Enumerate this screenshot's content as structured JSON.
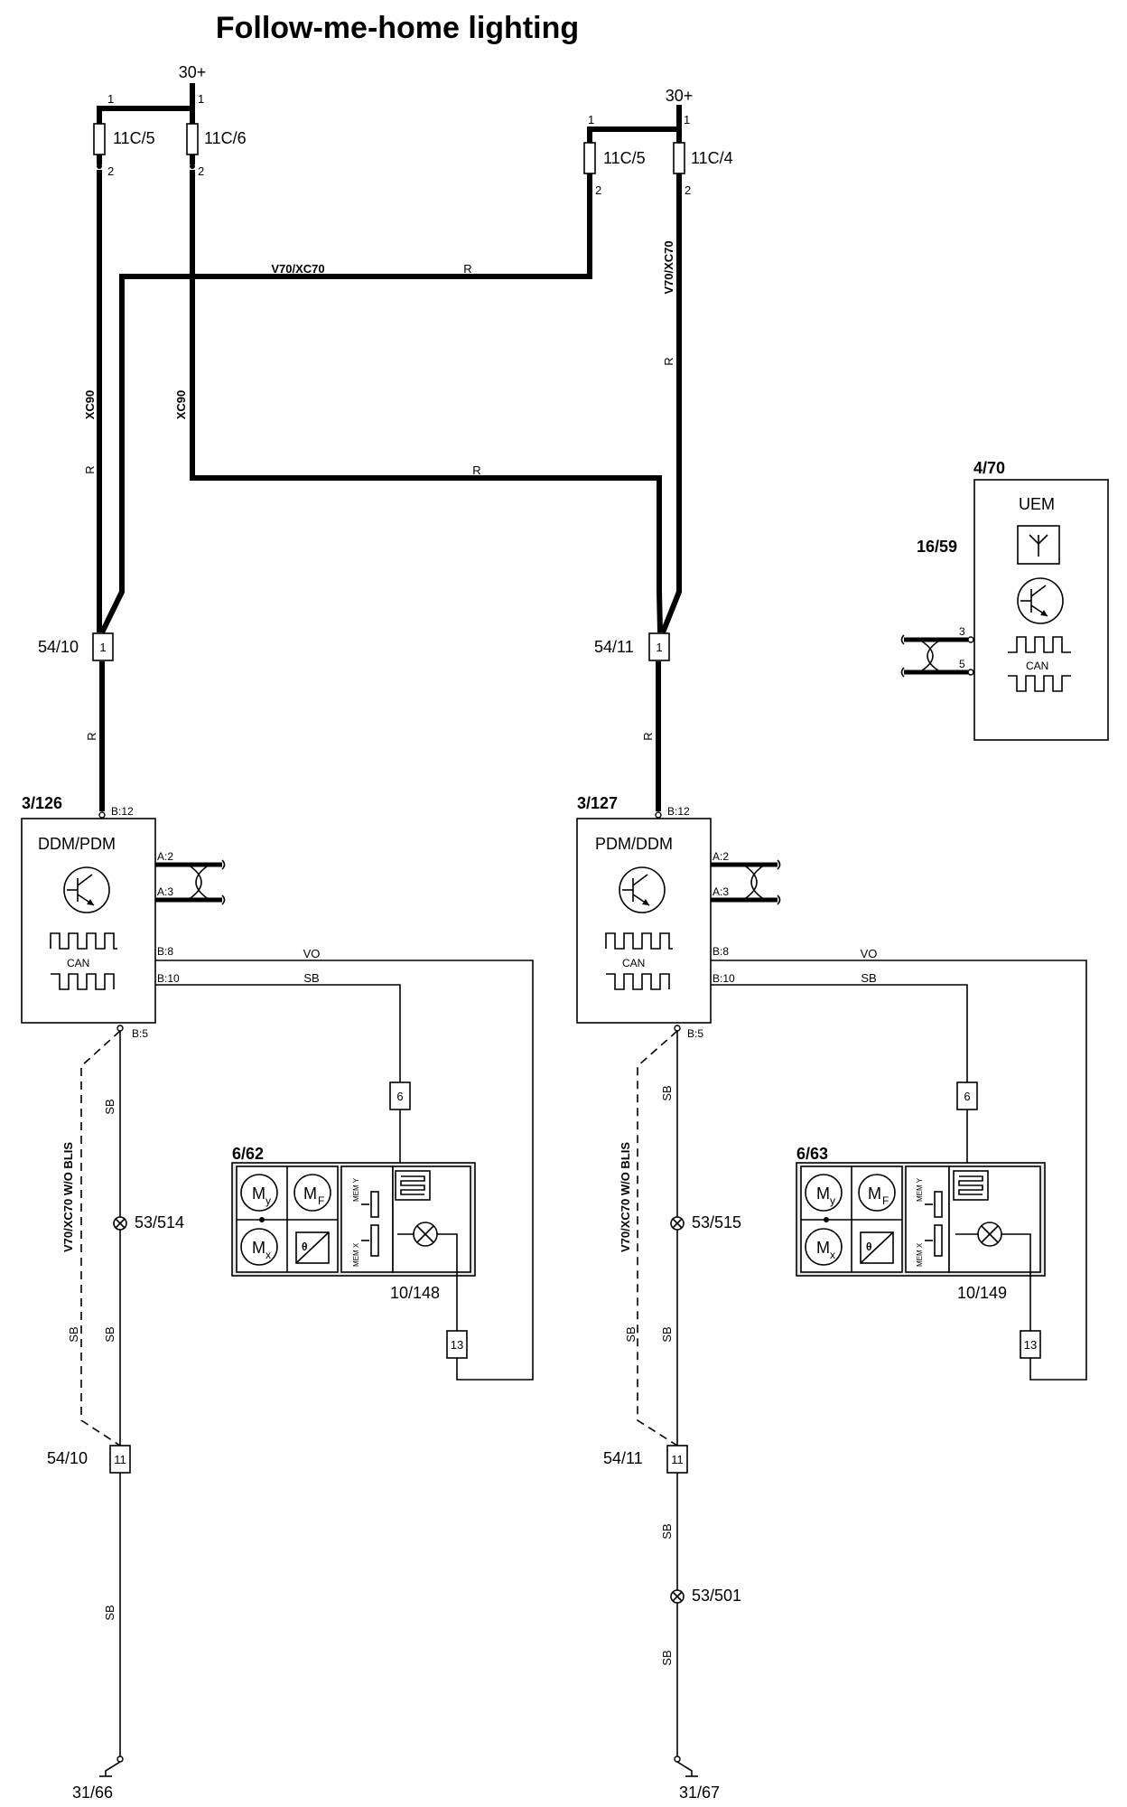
{
  "title": "Follow-me-home lighting",
  "supply": {
    "left": "30+",
    "right": "30+"
  },
  "fuses": {
    "f_11c5_left": "11C/5",
    "f_11c6": "11C/6",
    "f_11c5_right": "11C/5",
    "f_11c4": "11C/4",
    "pin1": "1",
    "pin2": "2"
  },
  "wire_labels": {
    "v70xc70": "V70/XC70",
    "xc90": "XC90",
    "r": "R",
    "vo": "VO",
    "sb": "SB",
    "v70_wo_blis": "V70/XC70  W/O BLIS"
  },
  "connectors": {
    "c5410": "54/10",
    "c5411": "54/11",
    "pin_1": "1",
    "pin_6": "6",
    "pin_11": "11",
    "pin_13": "13"
  },
  "modules": {
    "m3126": {
      "id": "3/126",
      "name": "DDM/PDM"
    },
    "m3127": {
      "id": "3/127",
      "name": "PDM/DDM"
    },
    "pins": {
      "b12": "B:12",
      "a2": "A:2",
      "a3": "A:3",
      "b8": "B:8",
      "b10": "B:10",
      "b5": "B:5"
    },
    "can": "CAN"
  },
  "mirrors": {
    "m662": "6/62",
    "m663": "6/63",
    "lamp_left": "10/148",
    "lamp_right": "10/149",
    "my": "M",
    "my_sub": "y",
    "mf": "M",
    "mf_sub": "F",
    "mx": "M",
    "mx_sub": "x",
    "theta": "θ",
    "mem_y": "MEM Y",
    "mem_x": "MEM X"
  },
  "splices": {
    "s53514": "53/514",
    "s53515": "53/515",
    "s53501": "53/501"
  },
  "grounds": {
    "g3166": "31/66",
    "g3167": "31/67"
  },
  "uem": {
    "id": "4/70",
    "name": "UEM",
    "ref": "16/59",
    "pin3": "3",
    "pin5": "5",
    "can": "CAN"
  },
  "icons": [
    "antenna-icon",
    "transistor-icon",
    "can-signal-icon",
    "bulb-icon",
    "heater-icon",
    "fuse-icon",
    "ground-icon",
    "splice-icon",
    "twisted-pair-icon",
    "motor-icon",
    "sensor-icon"
  ]
}
